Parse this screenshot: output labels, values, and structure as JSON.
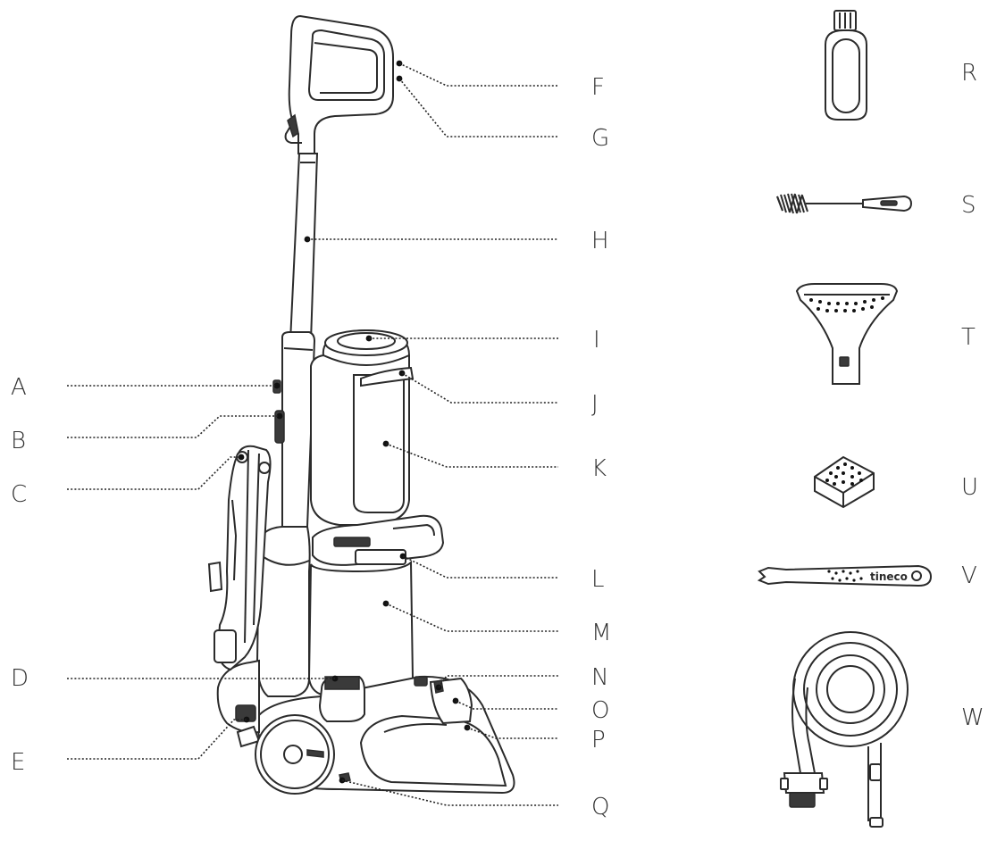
{
  "callouts": {
    "A": "A",
    "B": "B",
    "C": "C",
    "D": "D",
    "E": "E",
    "F": "F",
    "G": "G",
    "H": "H",
    "I": "I",
    "J": "J",
    "K": "K",
    "L": "L",
    "M": "M",
    "N": "N",
    "O": "O",
    "P": "P",
    "Q": "Q",
    "R": "R",
    "S": "S",
    "T": "T",
    "U": "U",
    "V": "V",
    "W": "W"
  },
  "brand_mark": "tineco"
}
